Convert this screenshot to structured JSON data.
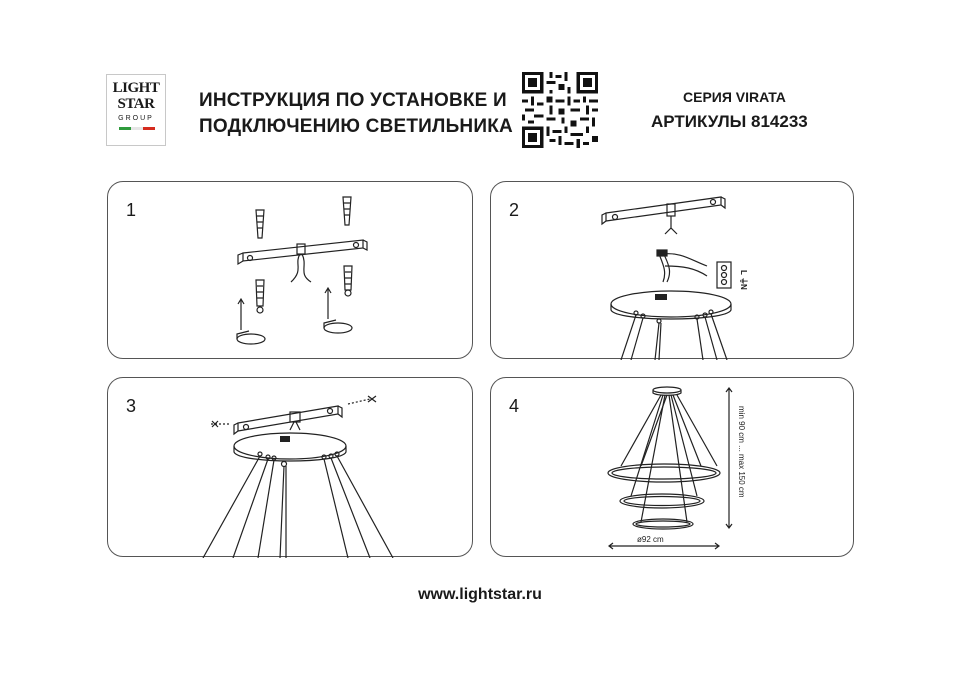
{
  "logo": {
    "line1": "LIGHT",
    "line2": "STAR",
    "line3": "GROUP",
    "flag_colors": [
      "#2e9b3c",
      "#ffffff",
      "#d52b1e"
    ]
  },
  "header": {
    "title_line1": "ИНСТРУКЦИЯ ПО УСТАНОВКЕ И",
    "title_line2": "ПОДКЛЮЧЕНИЮ СВЕТИЛЬНИКА",
    "series": "СЕРИЯ VIRATA",
    "articles": "АРТИКУЛЫ 814233"
  },
  "steps": [
    {
      "number": "1"
    },
    {
      "number": "2",
      "wire_labels": [
        "L",
        "⏚",
        "N"
      ]
    },
    {
      "number": "3"
    },
    {
      "number": "4",
      "height_label": "min 90 cm ... max 150 cm",
      "diameter_label": "ø92 cm"
    }
  ],
  "footer": {
    "url": "www.lightstar.ru"
  }
}
